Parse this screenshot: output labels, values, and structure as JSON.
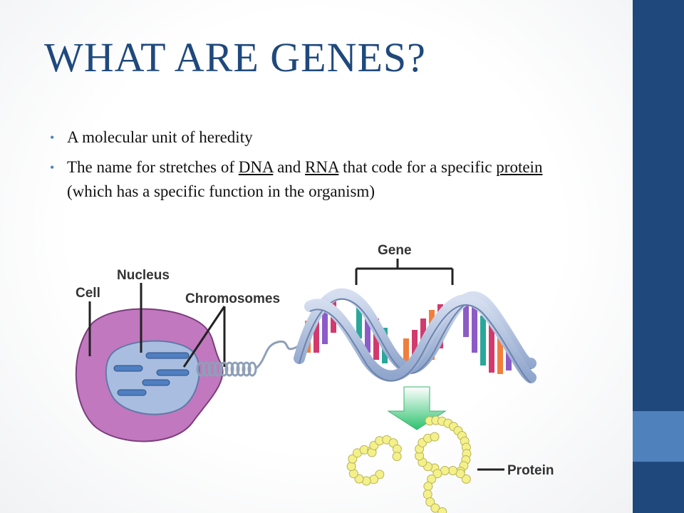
{
  "slide": {
    "title": "What are genes?",
    "bullets": [
      {
        "text": "A molecular unit of heredity"
      },
      {
        "parts": [
          "The name for stretches of ",
          "DNA",
          " and ",
          "RNA",
          " that code for a specific ",
          "protein",
          " (which has a specific function in the organism)"
        ]
      }
    ]
  },
  "figure": {
    "labels": {
      "cell": "Cell",
      "nucleus": "Nucleus",
      "chromosomes": "Chromosomes",
      "gene": "Gene",
      "protein": "Protein"
    }
  },
  "colors": {
    "sidebar": "#1f497d",
    "sidebar_accent": "#4f81bd",
    "title": "#1f497d",
    "cell": "#c178bf",
    "nucleus": "#a9bde0",
    "chromosome": "#4f7fc0",
    "protein_bead": "#f4f08a",
    "arrow": "#3cc77a"
  }
}
